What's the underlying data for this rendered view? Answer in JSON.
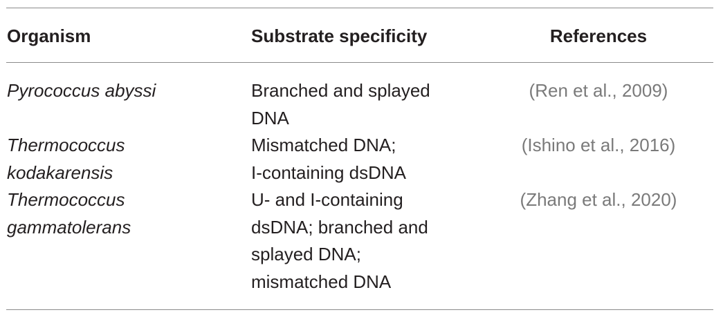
{
  "table": {
    "headers": {
      "organism": "Organism",
      "substrate": "Substrate specificity",
      "references": "References"
    },
    "rows": [
      {
        "organism_lines": [
          "Pyrococcus abyssi"
        ],
        "substrate_lines": [
          "Branched and splayed",
          "DNA"
        ],
        "reference": "(Ren et al., 2009)"
      },
      {
        "organism_lines": [
          "Thermococcus",
          "kodakarensis"
        ],
        "substrate_lines": [
          "Mismatched DNA;",
          "I-containing dsDNA"
        ],
        "reference": "(Ishino et al., 2016)"
      },
      {
        "organism_lines": [
          "Thermococcus",
          "gammatolerans"
        ],
        "substrate_lines": [
          "U- and I-containing",
          "dsDNA; branched and",
          "splayed DNA;",
          "mismatched DNA"
        ],
        "reference": "(Zhang et al., 2020)"
      }
    ]
  }
}
